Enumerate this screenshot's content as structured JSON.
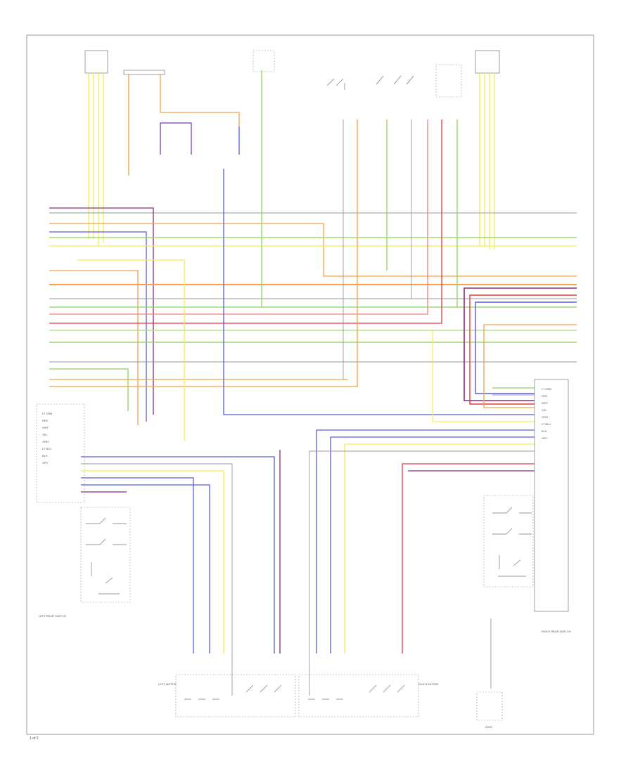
{
  "title": "",
  "wire_colors": {
    "yellow": "#f2ee55",
    "orange": "#f5a04a",
    "violet": "#7b3fae",
    "blue": "#5b5bde",
    "pink": "#f08080",
    "red": "#e83a3a",
    "green": "#8ed35a",
    "gray": "#9a9a9a",
    "darkviolet": "#8a2c7a",
    "lightgreen": "#a6e27a"
  },
  "labels": {
    "left_row": [
      "LT GRN",
      "RED",
      "WHT",
      "YEL",
      "ORN",
      "LT BLU",
      "BLK",
      "GRY"
    ],
    "right_row": [
      "LT GRN",
      "RED",
      "WHT",
      "YEL",
      "ORN",
      "LT BLU",
      "BLK",
      "GRY"
    ],
    "left_switch_caption": "LEFT REAR SWITCH",
    "right_switch_caption": "RIGHT REAR SWITCH",
    "left_motor_caption": "LEFT MOTOR",
    "right_motor_caption": "RIGHT MOTOR",
    "ground_caption": "G200",
    "footer_code": "1 of 2"
  }
}
